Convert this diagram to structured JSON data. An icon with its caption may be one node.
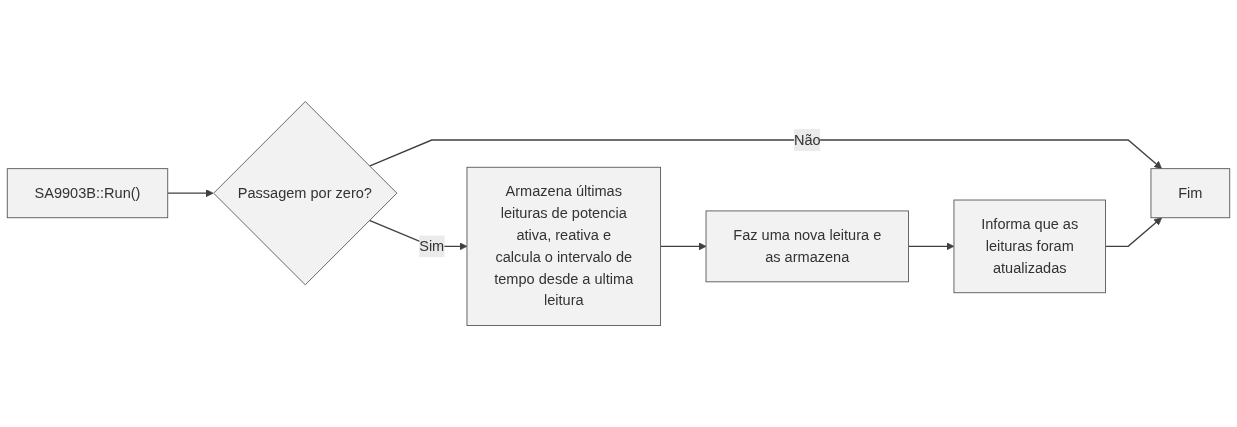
{
  "diagram": {
    "nodes": [
      {
        "text": [
          "SA9903B::Run()"
        ]
      },
      {
        "text": [
          "Passagem por zero?"
        ]
      },
      {
        "text": [
          "Armazena últimas leituras de potencia ativa, reativa e calcula o intervalo de tempo desde a ultima leitura"
        ]
      },
      {
        "text": [
          "Faz uma nova leitura e as armazena"
        ]
      },
      {
        "text": [
          "Informa que as leituras foram atualizadas"
        ]
      },
      {
        "text": [
          "Fim"
        ]
      }
    ],
    "edges": [
      {
        "from": 0,
        "to": 1,
        "arrow": "to"
      },
      {
        "from": 1,
        "to": 2,
        "arrow": "to",
        "label": "Sim"
      },
      {
        "from": 2,
        "to": 3,
        "arrow": "to"
      },
      {
        "from": 3,
        "to": 4,
        "arrow": "to"
      },
      {
        "from": 1,
        "to": 5,
        "arrow": "to",
        "label": "Não"
      },
      {
        "from": 4,
        "to": 5,
        "arrow": "to"
      }
    ]
  }
}
